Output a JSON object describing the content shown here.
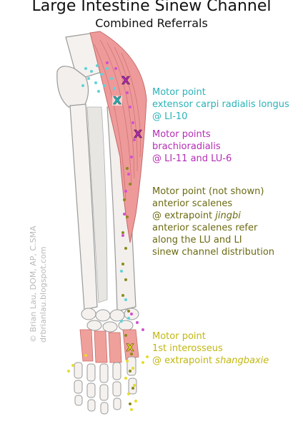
{
  "title": "Large Intestine Sinew Channel",
  "subtitle": "Combined Referrals",
  "labels": {
    "teal": [
      "Motor point",
      "extensor carpi radialis longus",
      "@ LI-10"
    ],
    "magenta": [
      "Motor points",
      "brachioradialis",
      "@ LI-11 and LU-6"
    ],
    "olive_line1": "Motor point (not shown)",
    "olive_line2": "anterior scalenes",
    "olive_line3_prefix": "@ extrapoint ",
    "olive_line3_em": "jingbi",
    "olive_rest": [
      "anterior scalenes refer",
      "along the LU and LI",
      "sinew channel distribution"
    ],
    "yellow_line1": "Motor point",
    "yellow_line2": "1st interosseus",
    "yellow_line3_prefix": "@ extrapoint ",
    "yellow_line3_em": "shangbaxie"
  },
  "markers": {
    "x": "X"
  },
  "credit": {
    "line1": "© Brian Lau, DOM, AP, C.SMA",
    "line2": "drbrianlau.blogspot.com"
  },
  "colors": {
    "teal": "#2ab3b8",
    "magenta": "#b52db5",
    "olive": "#6b6a12",
    "yellow": "#e6dc2a",
    "muscle": "#ee9a9a",
    "bone": "#f4f1ee"
  }
}
